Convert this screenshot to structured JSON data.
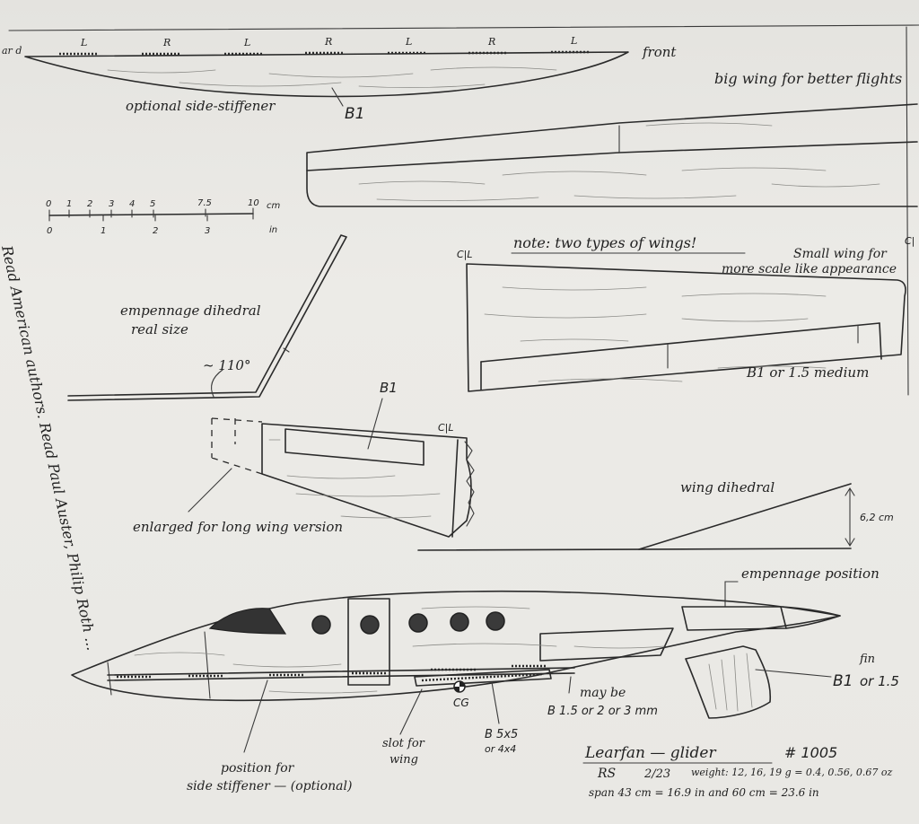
{
  "side_stiffener": {
    "labels": [
      "L",
      "R",
      "L",
      "R",
      "L",
      "R",
      "L"
    ],
    "front_label": "front",
    "caption": "optional side-stiffener",
    "material": "B1"
  },
  "big_wing": {
    "title": "big wing for better flights"
  },
  "scale": {
    "cm_ticks": [
      "0",
      "1",
      "2",
      "3",
      "4",
      "5",
      "7.5",
      "10"
    ],
    "cm_unit": "cm",
    "in_ticks": [
      "0",
      "1",
      "2",
      "3"
    ],
    "in_unit": "in"
  },
  "wings_note": "note: two types of wings!",
  "small_wing": {
    "title_line1": "Small wing for",
    "title_line2": "more scale like appearance",
    "material": "B1 or 1.5 medium",
    "cl_left": "C|L",
    "cl_right": "C|"
  },
  "empennage": {
    "title_line1": "empennage dihedral",
    "title_line2": "real size",
    "angle": "~ 110°"
  },
  "stab": {
    "material": "B1",
    "cl": "C|L",
    "enlarged_note": "enlarged for long wing version"
  },
  "wing_dihedral": {
    "title": "wing dihedral",
    "height": "6,2 cm"
  },
  "fuselage": {
    "empennage_position": "empennage position",
    "fin_label": "fin",
    "fin_material": "B1",
    "fin_material_alt": "or 1.5",
    "may_be_line1": "may be",
    "may_be_line2": "B 1.5 or 2 or 3 mm",
    "cg": "CG",
    "slot_line1": "slot for",
    "slot_line2": "wing",
    "spar_line1": "B 5x5",
    "spar_line2": "or 4x4",
    "stiffener_line1": "position for",
    "stiffener_line2": "side stiffener — (optional)"
  },
  "title_block": {
    "name": "Learfan — glider",
    "number": "# 1005",
    "author": "RS",
    "date": "2/23",
    "weight": "weight: 12, 16, 19 g = 0.4, 0.56, 0.67 oz",
    "span": "span 43 cm = 16.9 in and 60 cm = 23.6 in"
  },
  "margin_note": {
    "line1": "Read American authors. Read Paul Auster, Philip Roth ...",
    "corner": "ar d"
  }
}
